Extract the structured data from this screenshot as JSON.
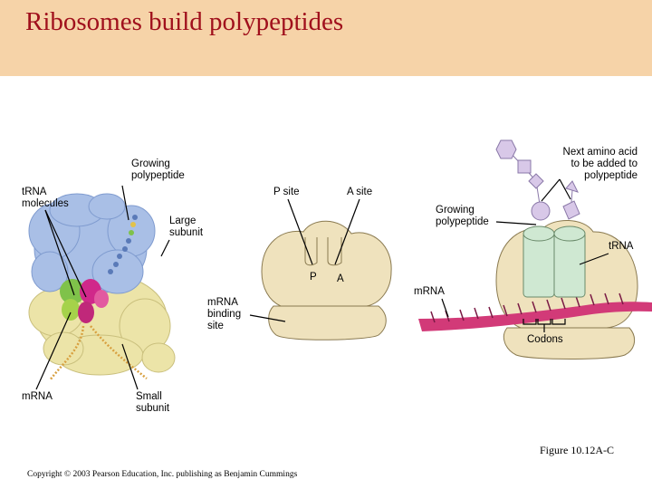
{
  "title": "Ribosomes build polypeptides",
  "labels": {
    "growing_polypeptide_a": "Growing\npolypeptide",
    "trna_molecules": "tRNA\nmolecules",
    "large_subunit": "Large\nsubunit",
    "mrna_a": "mRNA",
    "small_subunit": "Small\nsubunit",
    "p_site": "P site",
    "a_site": "A site",
    "p": "P",
    "a": "A",
    "mrna_binding_site": "mRNA\nbinding\nsite",
    "next_amino_acid": "Next amino acid\nto be added to\npolypeptide",
    "growing_polypeptide_c": "Growing\npolypeptide",
    "trna": "tRNA",
    "mrna_c": "mRNA",
    "codons": "Codons"
  },
  "figure": "Figure 10.12A-C",
  "copyright": "Copyright © 2003 Pearson Education, Inc. publishing as Benjamin Cummings",
  "colors": {
    "header_bg": "#f6d3a8",
    "title": "#a0101c",
    "ribosome_tan": "#efe2bd",
    "large_subunit_blue": "#a9bfe6",
    "small_subunit_yellow": "#ece4a8",
    "trna_green": "#cfe8d2",
    "mrna_pink": "#d23a78",
    "amino_acid_lavender": "#d8c8e8"
  }
}
